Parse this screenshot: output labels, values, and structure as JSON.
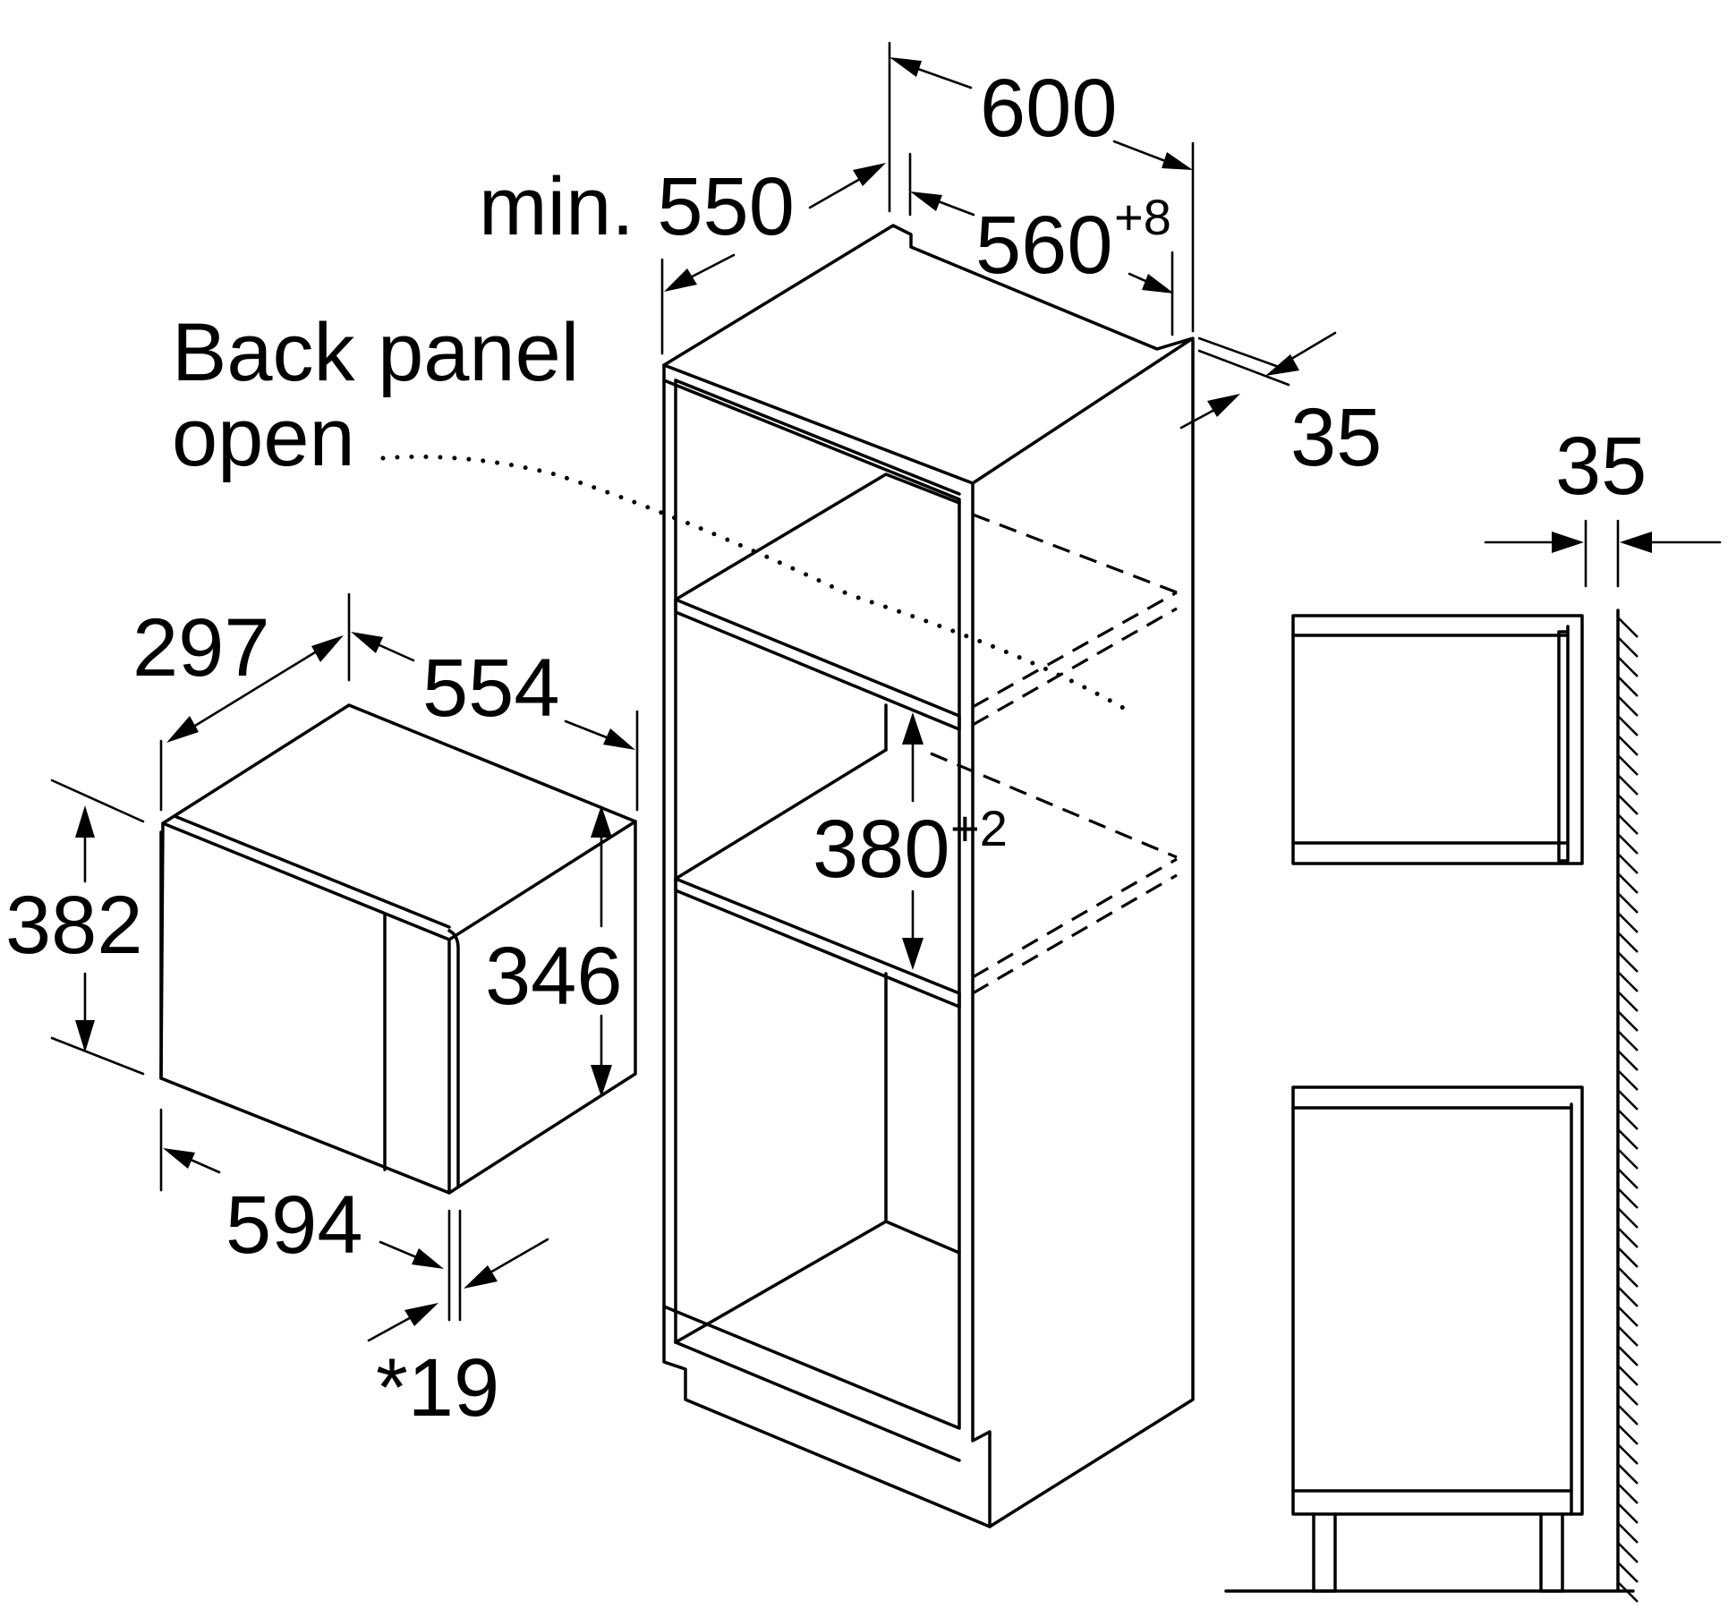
{
  "labels": {
    "d600": "600",
    "min550": "min. 550",
    "d560": "560",
    "d560_tol": "+8",
    "back_panel_line1": "Back panel",
    "back_panel_line2": "open",
    "d35_top": "35",
    "d35_side": "35",
    "d297": "297",
    "d554": "554",
    "d382": "382",
    "d346": "346",
    "d380": "380",
    "d380_tol": "+2",
    "d594": "594",
    "d19": "*19"
  }
}
